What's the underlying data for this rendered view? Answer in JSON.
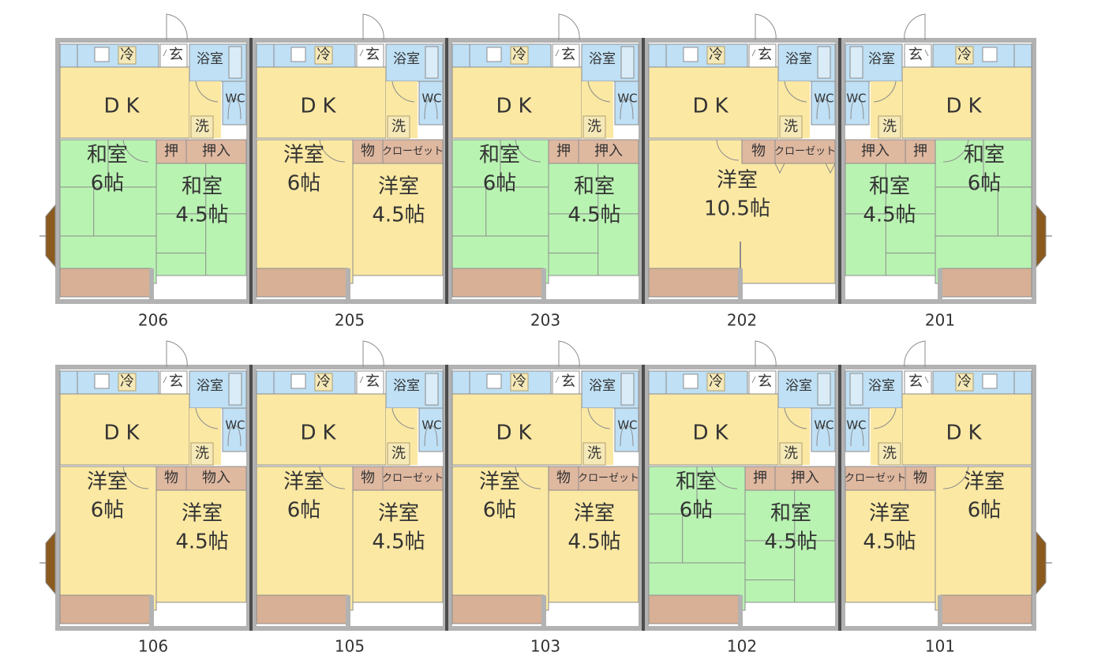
{
  "colors": {
    "outer_wall": "#b2b2b2",
    "party_wall": "#4d4d4d",
    "wall_line": "#8c8c8c",
    "dk": "#fbe8a3",
    "youshitsu": "#fbe8a3",
    "washitsu": "#b9f3b2",
    "storage": "#dfb8a0",
    "veranda": "#d7b095",
    "water": "#bfe0f5",
    "small_box": "#f6e9b8",
    "genkan": "#ffffff",
    "bay": "#8b5a1e",
    "text": "#333333"
  },
  "labels": {
    "dk": "DK",
    "rei": "冷",
    "gen": "玄",
    "yokushitsu": "浴室",
    "wc": "WC",
    "sen": "洗",
    "oshi": "押",
    "oshiire": "押入",
    "mono": "物",
    "monoire": "物入",
    "closet": "クローゼット"
  },
  "units": [
    {
      "number": "206",
      "mirror": false,
      "closet_kind": "oshi",
      "big_room": {
        "type": "和室",
        "size": "6帖"
      },
      "small_room": {
        "type": "和室",
        "size": "4.5帖"
      }
    },
    {
      "number": "205",
      "mirror": false,
      "closet_kind": "closet",
      "big_room": {
        "type": "洋室",
        "size": "6帖"
      },
      "small_room": {
        "type": "洋室",
        "size": "4.5帖"
      }
    },
    {
      "number": "203",
      "mirror": false,
      "closet_kind": "oshi",
      "big_room": {
        "type": "和室",
        "size": "6帖"
      },
      "small_room": {
        "type": "和室",
        "size": "4.5帖"
      }
    },
    {
      "number": "202",
      "mirror": false,
      "closet_kind": "closet",
      "merged": true,
      "merged_room": {
        "type": "洋室",
        "size": "10.5帖"
      }
    },
    {
      "number": "201",
      "mirror": true,
      "closet_kind": "oshi",
      "big_room": {
        "type": "和室",
        "size": "6帖"
      },
      "small_room": {
        "type": "和室",
        "size": "4.5帖"
      }
    },
    {
      "number": "106",
      "mirror": false,
      "closet_kind": "monoire",
      "big_room": {
        "type": "洋室",
        "size": "6帖"
      },
      "small_room": {
        "type": "洋室",
        "size": "4.5帖"
      }
    },
    {
      "number": "105",
      "mirror": false,
      "closet_kind": "closet",
      "big_room": {
        "type": "洋室",
        "size": "6帖"
      },
      "small_room": {
        "type": "洋室",
        "size": "4.5帖"
      }
    },
    {
      "number": "103",
      "mirror": false,
      "closet_kind": "closet",
      "big_room": {
        "type": "洋室",
        "size": "6帖"
      },
      "small_room": {
        "type": "洋室",
        "size": "4.5帖"
      }
    },
    {
      "number": "102",
      "mirror": false,
      "closet_kind": "oshi",
      "big_room": {
        "type": "和室",
        "size": "6帖"
      },
      "small_room": {
        "type": "和室",
        "size": "4.5帖"
      }
    },
    {
      "number": "101",
      "mirror": true,
      "closet_kind": "closet",
      "big_room": {
        "type": "洋室",
        "size": "6帖"
      },
      "small_room": {
        "type": "洋室",
        "size": "4.5帖"
      }
    }
  ]
}
